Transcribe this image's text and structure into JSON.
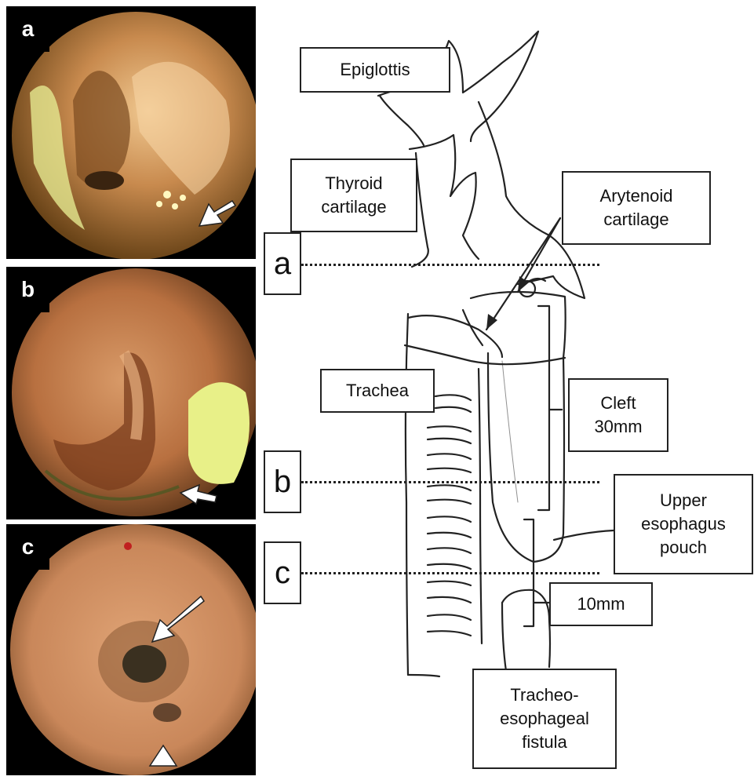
{
  "panels": [
    {
      "label": "a"
    },
    {
      "label": "b"
    },
    {
      "label": "c"
    }
  ],
  "labels": {
    "epiglottis": "Epiglottis",
    "thyroid_line1": "Thyroid",
    "thyroid_line2": "cartilage",
    "arytenoid_line1": "Arytenoid",
    "arytenoid_line2": "cartilage",
    "trachea": "Trachea",
    "cleft_line1": "Cleft",
    "cleft_line2": "30mm",
    "upper_line1": "Upper",
    "upper_line2": "esophagus",
    "upper_line3": "pouch",
    "tenmm": "10mm",
    "tef_line1": "Tracheo-",
    "tef_line2": "esophageal",
    "tef_line3": "fistula"
  },
  "levels": {
    "a": "a",
    "b": "b",
    "c": "c"
  },
  "colors": {
    "mucosa": "#b06a3a",
    "highlight": "#d9e070",
    "ink": "#222222"
  }
}
